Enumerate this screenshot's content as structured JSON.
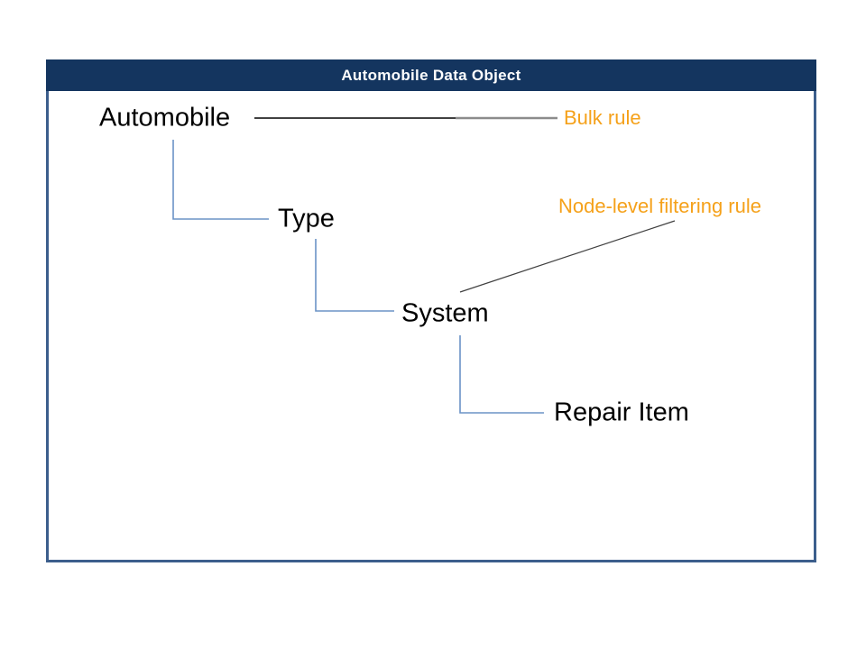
{
  "window": {
    "title": "Automobile Data Object"
  },
  "diagram": {
    "nodes": [
      {
        "id": "automobile",
        "label": "Automobile",
        "level": 1
      },
      {
        "id": "type",
        "label": "Type",
        "level": 2
      },
      {
        "id": "system",
        "label": "System",
        "level": 3
      },
      {
        "id": "repair-item",
        "label": "Repair Item",
        "level": 4
      }
    ],
    "annotations": [
      {
        "id": "bulk-rule",
        "label": "Bulk rule",
        "attached_to": "Automobile"
      },
      {
        "id": "node-level-filtering-rule",
        "label": "Node-level filtering rule",
        "attached_to": "System"
      }
    ],
    "colors": {
      "title_bar": "#14355F",
      "border": "#3C5E8C",
      "connector": "#6B93C6",
      "annotation_text": "#F5A11A",
      "callout_dark": "#404040",
      "callout_gray": "#8C8C8C",
      "node_text": "#000000"
    }
  }
}
